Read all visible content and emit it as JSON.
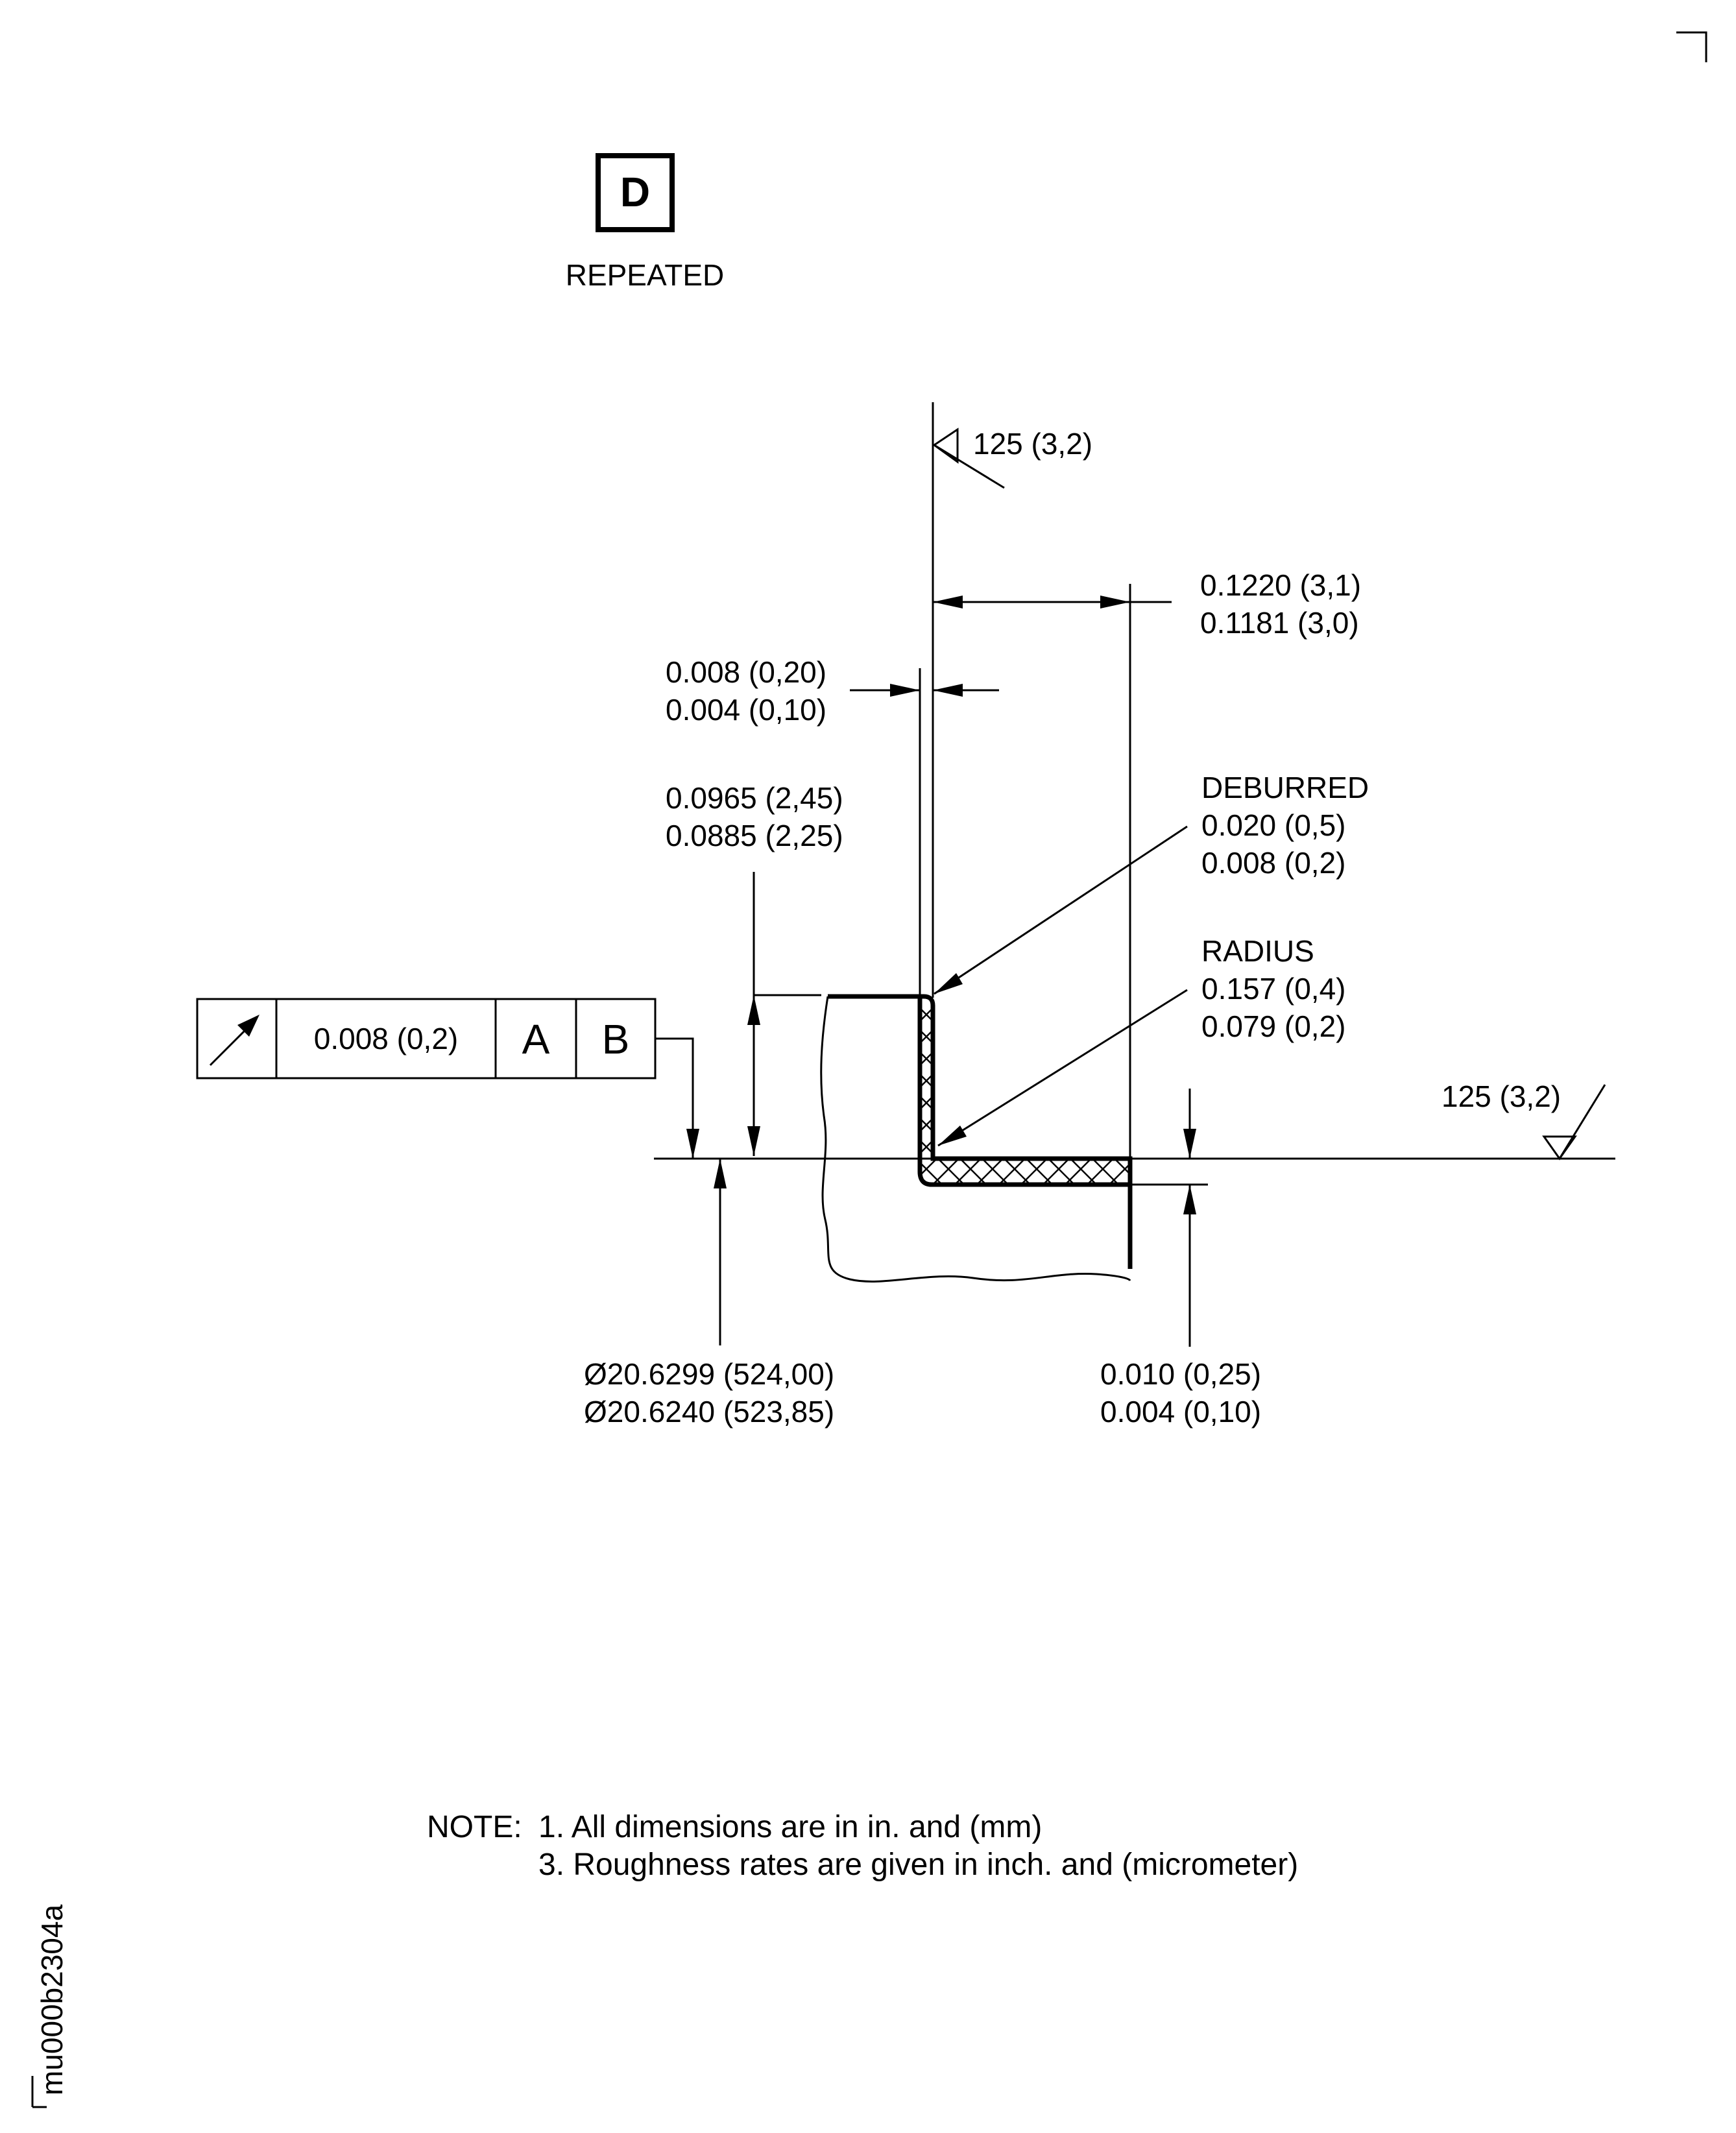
{
  "marker": {
    "letter": "D",
    "caption": "REPEATED"
  },
  "surface_finish": {
    "top": "125 (3,2)",
    "right": "125 (3,2)"
  },
  "dimensions": {
    "width_max": "0.1220 (3,1)",
    "width_min": "0.1181 (3,0)",
    "wall_max": "0.008 (0,20)",
    "wall_min": "0.004 (0,10)",
    "height_max": "0.0965 (2,45)",
    "height_min": "0.0885 (2,25)",
    "deburred_label": "DEBURRED",
    "deburred_max": "0.020 (0,5)",
    "deburred_min": "0.008 (0,2)",
    "radius_label": "RADIUS",
    "radius_max": "0.157 (0,4)",
    "radius_min": "0.079 (0,2)",
    "diameter_max": "Ø20.6299 (524,00)",
    "diameter_min": "Ø20.6240 (523,85)",
    "flange_max": "0.010 (0,25)",
    "flange_min": "0.004 (0,10)"
  },
  "tolerance_frame": {
    "symbol": "runout-arrow-icon",
    "value": "0.008 (0,2)",
    "datum_1": "A",
    "datum_2": "B"
  },
  "notes": {
    "heading": "NOTE:",
    "line_1": "1. All dimensions are in in. and (mm)",
    "line_2": "3. Roughness rates are given in inch. and (micrometer)"
  },
  "drawing_id": "mu000b2304a"
}
